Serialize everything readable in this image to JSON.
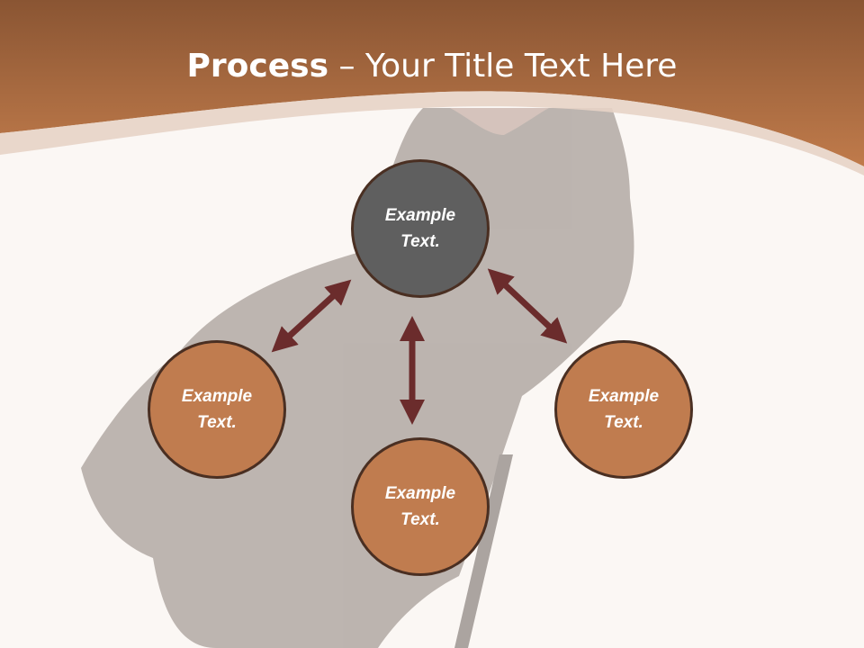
{
  "title": {
    "bold": "Process",
    "rest": "– Your Title Text Here"
  },
  "diagram": {
    "nodes": [
      {
        "id": "top",
        "label": "Example\nText.",
        "color": "#5f5f5f"
      },
      {
        "id": "left",
        "label": "Example\nText.",
        "color": "#c07c4f"
      },
      {
        "id": "bottom",
        "label": "Example\nText.",
        "color": "#c07c4f"
      },
      {
        "id": "right",
        "label": "Example\nText.",
        "color": "#c07c4f"
      }
    ],
    "arrow_color": "#6b2c2c"
  },
  "colors": {
    "header": "#a8693f",
    "background": "#fbf7f4",
    "circle_border": "#4a2f22"
  }
}
